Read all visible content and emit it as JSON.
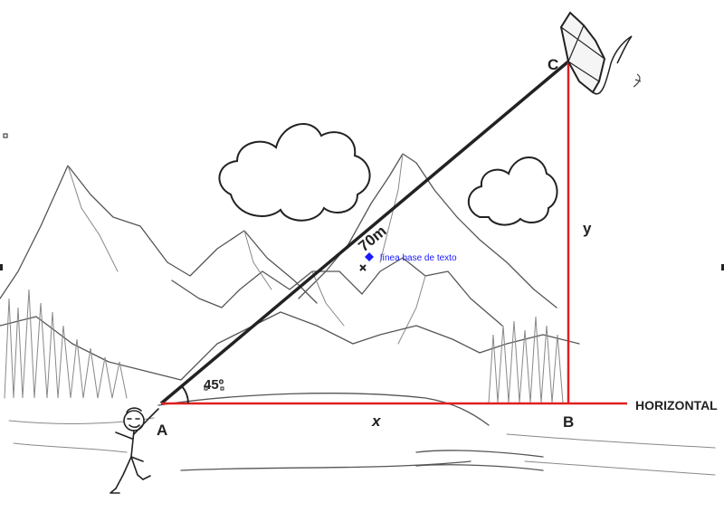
{
  "diagram": {
    "labels": {
      "vertex_a": "A",
      "vertex_b": "B",
      "vertex_c": "C",
      "hypotenuse": "70m",
      "angle": "45º",
      "leg_x": "x",
      "leg_y": "y",
      "horizontal": "HORIZONTAL",
      "baseline_hint": "línea base de texto"
    },
    "colors": {
      "hypotenuse": "#222222",
      "legs": "#e02020",
      "hint": "#1a1aff"
    }
  }
}
